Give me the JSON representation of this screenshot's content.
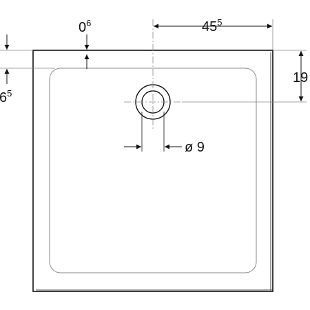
{
  "dimensions": {
    "top_offset": {
      "base": "0",
      "sup": "6"
    },
    "left_offset": {
      "base": "6",
      "sup": "5"
    },
    "drain_distance": {
      "base": "45",
      "sup": "5"
    },
    "drain_height": {
      "base": "19",
      "sup": ""
    },
    "drain_diameter": {
      "base": "ø 9",
      "sup": ""
    }
  },
  "colors": {
    "line": "#111111",
    "leader": "#888888",
    "background": "#ffffff"
  }
}
